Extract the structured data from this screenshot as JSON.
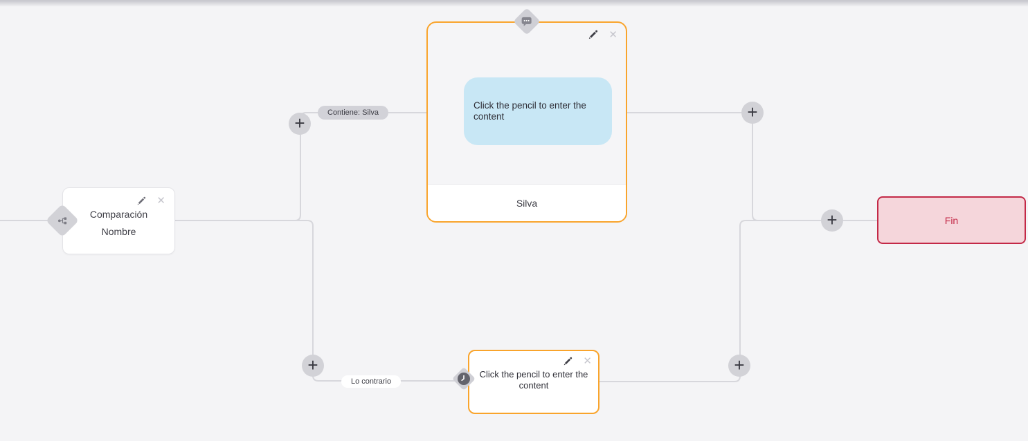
{
  "colors": {
    "background": "#f4f4f6",
    "edge": "#d7d7dc",
    "selected_border_orange": "#f9a42c",
    "bubble_blue": "#c8e7f5",
    "end_accent_red": "#c32947"
  },
  "icons": {
    "plus": "+",
    "close": "✕"
  },
  "edge_labels": {
    "contains": "Contiene: Silva",
    "otherwise": "Lo contrario"
  },
  "condition_node": {
    "line1": "Comparación",
    "line2": "Nombre"
  },
  "message_node": {
    "bubble_placeholder": "Click the pencil to enter the content",
    "footer": "Silva"
  },
  "action_node": {
    "placeholder": "Click the pencil to enter the content"
  },
  "end_node": {
    "label": "Fin"
  }
}
